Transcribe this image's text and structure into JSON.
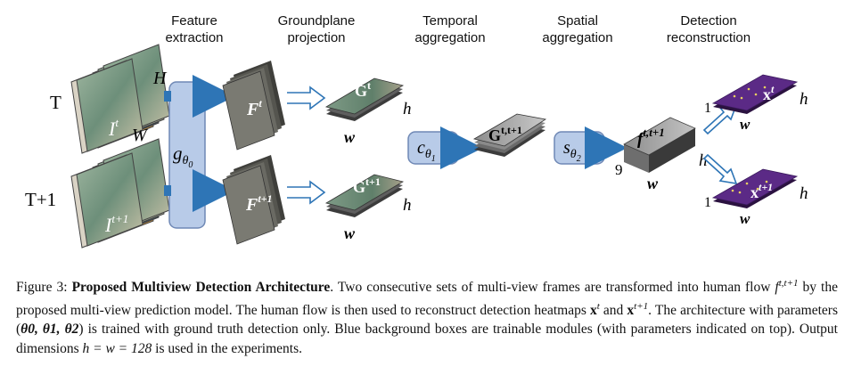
{
  "stages": {
    "feature_extraction": "Feature\nextraction",
    "groundplane_projection": "Groundplane\nprojection",
    "temporal_aggregation": "Temporal\naggregation",
    "spatial_aggregation": "Spatial\naggregation",
    "detection_reconstruction": "Detection\nreconstruction"
  },
  "labels": {
    "time_t": "T",
    "time_t1": "T+1",
    "dim_H": "H",
    "dim_W": "W",
    "dim_h": "h",
    "dim_w": "w",
    "frame_t": "I",
    "frame_t_sup": "t",
    "frame_t1": "I",
    "frame_t1_sup": "t+1",
    "g_theta": "g",
    "g_theta_sub": "θ",
    "g_theta_subsub": "0",
    "F_t": "F",
    "F_t_sup": "t",
    "F_t1": "F",
    "F_t1_sup": "t+1",
    "G_t": "G",
    "G_t_sup": "t",
    "G_t1": "G",
    "G_t1_sup": "t+1",
    "c_theta": "c",
    "c_theta_sub": "θ",
    "c_theta_subsub": "1",
    "G_tt1": "G",
    "G_tt1_sup": "t,t+1",
    "s_theta": "s",
    "s_theta_sub": "θ",
    "s_theta_subsub": "2",
    "f_tt1": "f",
    "f_tt1_sup": "t,t+1",
    "channels_9": "9",
    "channels_1a": "1",
    "channels_1b": "1",
    "x_t": "x",
    "x_t_sup": "t",
    "x_t1": "x",
    "x_t1_sup": "t+1"
  },
  "caption": {
    "prefix": "Figure 3: ",
    "title": "Proposed Multiview Detection Architecture",
    "s1": ". Two consecutive sets of multi-view frames are transformed into human flow ",
    "f": "f",
    "f_sup": "t,t+1",
    "s2": " by the proposed multi-view prediction model. The human flow is then used to reconstruct detection heatmaps ",
    "x1": "x",
    "x1_sup": "t",
    "s3": " and ",
    "x2": "x",
    "x2_sup": "t+1",
    "s4": ". The architecture with parameters (",
    "params": "θ0, θ1, θ2",
    "s5": ") is trained with ground truth detection only. Blue background boxes are trainable modules (with parameters indicated on top). Output dimensions ",
    "eq": "h = w = 128",
    "s6": " is used in the experiments."
  },
  "colors": {
    "trainable_box_fill": "#b8cbe8",
    "trainable_box_stroke": "#6f88b5",
    "arrow_blue": "#2e75b6",
    "heatmap_purple": "#5b2a86",
    "feature_gray": "#5a5a55"
  }
}
